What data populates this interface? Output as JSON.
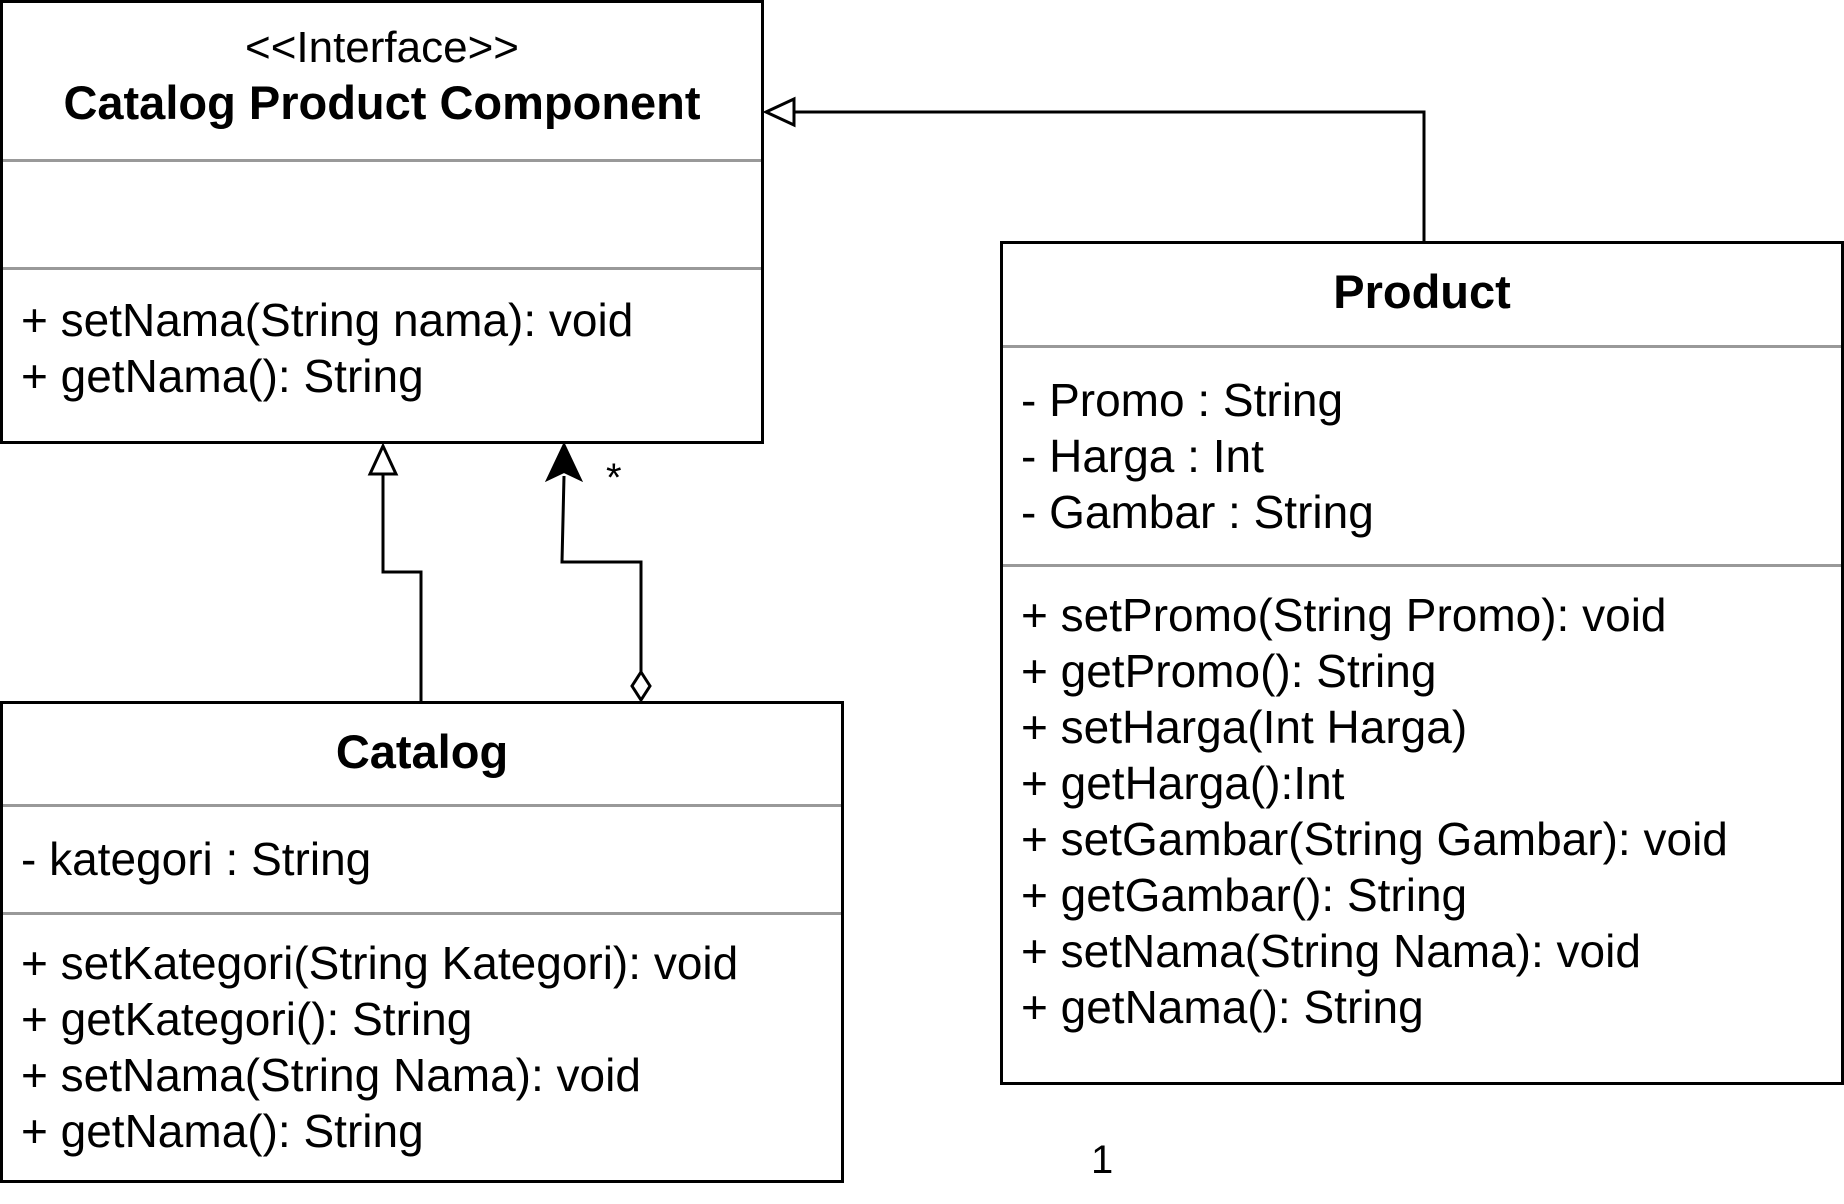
{
  "interface_class": {
    "stereotype": "<<Interface>>",
    "name": "Catalog Product Component",
    "attributes": [],
    "methods": [
      "+ setNama(String nama): void",
      "+ getNama(): String"
    ]
  },
  "catalog_class": {
    "name": "Catalog",
    "attributes": [
      "- kategori : String"
    ],
    "methods": [
      "+ setKategori(String Kategori): void",
      "+ getKategori(): String",
      "+ setNama(String Nama): void",
      "+ getNama(): String"
    ]
  },
  "product_class": {
    "name": "Product",
    "attributes": [
      "- Promo : String",
      "- Harga : Int",
      "- Gambar : String"
    ],
    "methods": [
      "+ setPromo(String Promo): void",
      "+ getPromo(): String",
      "+ setHarga(Int Harga)",
      "+ getHarga():Int",
      "+ setGambar(String Gambar): void",
      "+ getGambar(): String",
      "+ setNama(String Nama): void",
      "+ getNama(): String"
    ]
  },
  "multiplicities": {
    "aggregation_target": "*",
    "aggregation_source": "1"
  }
}
